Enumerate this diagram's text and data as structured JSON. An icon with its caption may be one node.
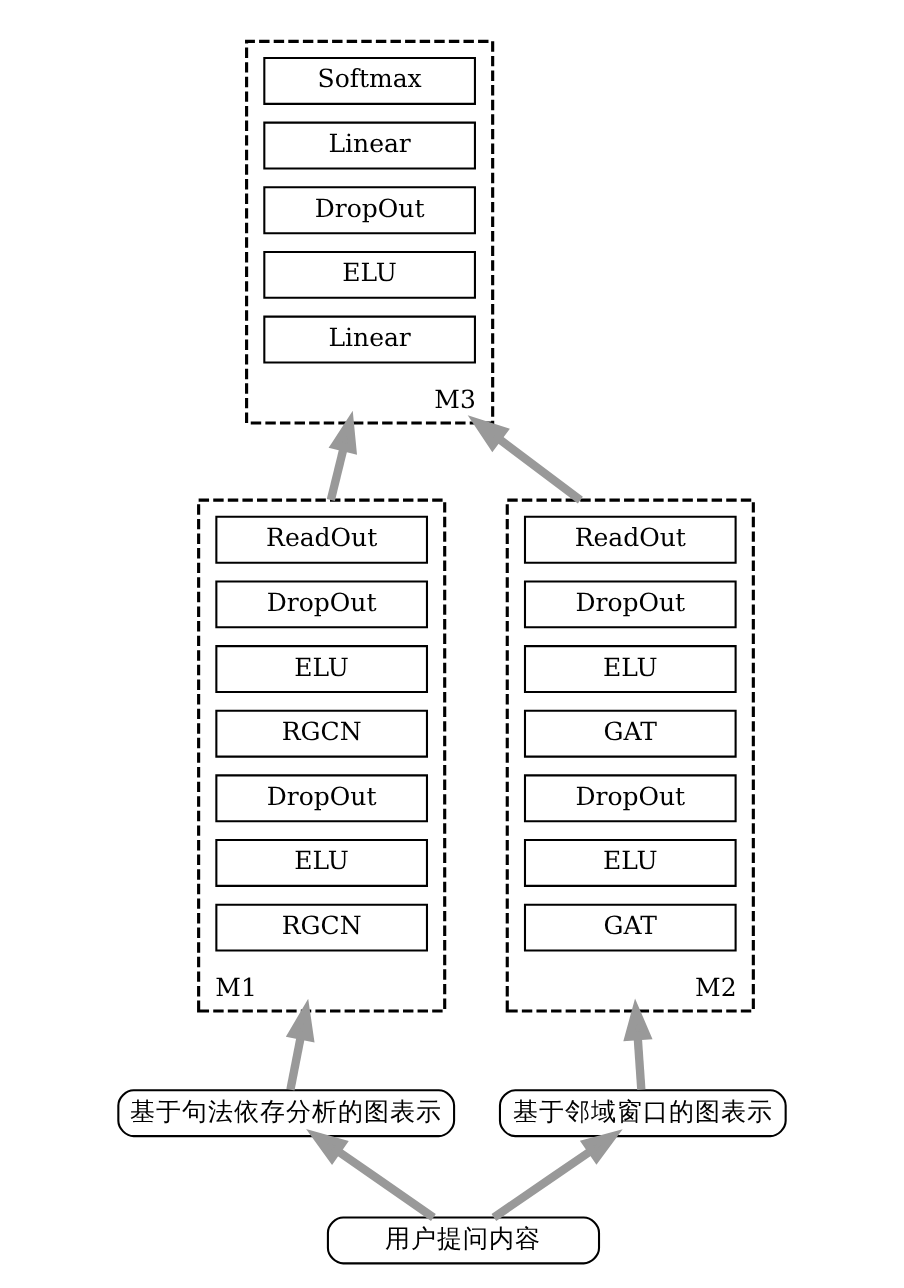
{
  "diagram": {
    "nodes": [
      {
        "text": [
          "M3"
        ]
      },
      {
        "text": [
          "Softmax"
        ],
        "in": 0
      },
      {
        "text": [
          "Linear"
        ],
        "in": 0
      },
      {
        "text": [
          "DropOut"
        ],
        "in": 0
      },
      {
        "text": [
          "ELU"
        ],
        "in": 0
      },
      {
        "text": [
          "Linear"
        ],
        "in": 0
      },
      {
        "text": [
          "M1"
        ]
      },
      {
        "text": [
          "ReadOut"
        ],
        "in": 6
      },
      {
        "text": [
          "DropOut"
        ],
        "in": 6
      },
      {
        "text": [
          "ELU"
        ],
        "in": 6
      },
      {
        "text": [
          "RGCN"
        ],
        "in": 6
      },
      {
        "text": [
          "DropOut"
        ],
        "in": 6
      },
      {
        "text": [
          "ELU"
        ],
        "in": 6
      },
      {
        "text": [
          "RGCN"
        ],
        "in": 6
      },
      {
        "text": [
          "M2"
        ]
      },
      {
        "text": [
          "ReadOut"
        ],
        "in": 14
      },
      {
        "text": [
          "DropOut"
        ],
        "in": 14
      },
      {
        "text": [
          "ELU"
        ],
        "in": 14
      },
      {
        "text": [
          "GAT"
        ],
        "in": 14
      },
      {
        "text": [
          "DropOut"
        ],
        "in": 14
      },
      {
        "text": [
          "ELU"
        ],
        "in": 14
      },
      {
        "text": [
          "GAT"
        ],
        "in": 14
      },
      {
        "text": [
          "基于句法依存分析的图表示"
        ]
      },
      {
        "text": [
          "基于邻域窗口的图表示"
        ]
      },
      {
        "text": [
          "用户提问内容"
        ]
      }
    ],
    "edges": [
      {
        "from": 24,
        "to": 22,
        "arrow": "to"
      },
      {
        "from": 24,
        "to": 23,
        "arrow": "to"
      },
      {
        "from": 22,
        "to": 6,
        "arrow": "to"
      },
      {
        "from": 23,
        "to": 14,
        "arrow": "to"
      },
      {
        "from": 6,
        "to": 0,
        "arrow": "to"
      },
      {
        "from": 14,
        "to": 0,
        "arrow": "to"
      }
    ]
  }
}
